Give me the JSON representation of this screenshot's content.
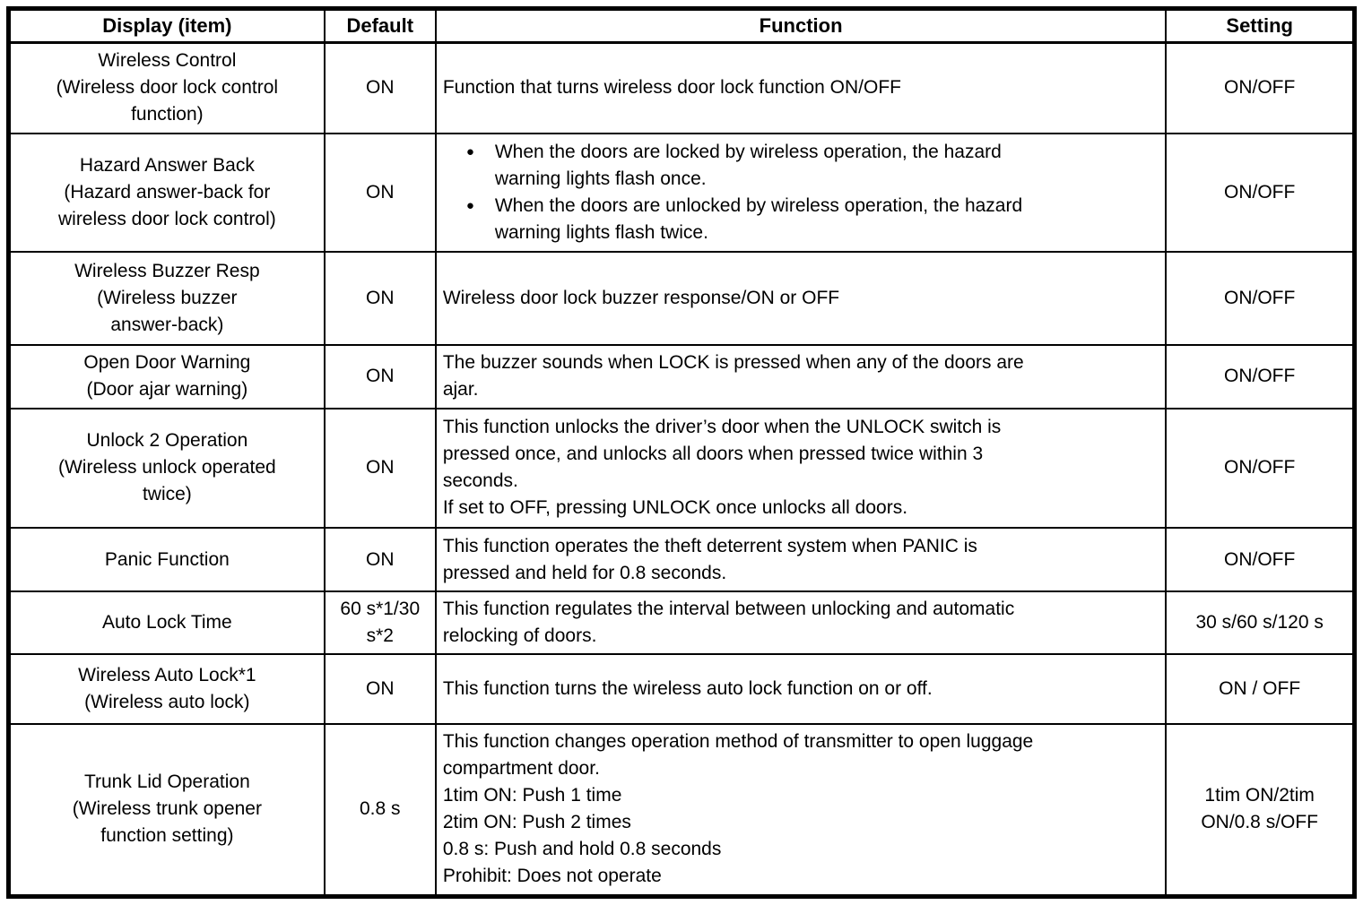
{
  "colors": {
    "background": "#ffffff",
    "border": "#000000",
    "text": "#000000"
  },
  "bullet_char": "●",
  "table": {
    "headers": [
      "Display (item)",
      "Default",
      "Function",
      "Setting"
    ],
    "rows": [
      {
        "item": "Wireless Control\n(Wireless door lock control\nfunction)",
        "default": "ON",
        "function": [
          {
            "type": "text",
            "text": "Function that turns wireless door lock function ON/OFF"
          }
        ],
        "setting": "ON/OFF"
      },
      {
        "item": "Hazard Answer Back\n(Hazard answer-back for\nwireless door lock control)",
        "default": "ON",
        "function": [
          {
            "type": "bullet",
            "text": "When the doors are locked by wireless operation, the hazard\nwarning lights flash once."
          },
          {
            "type": "bullet",
            "text": "When the doors are unlocked by wireless operation, the hazard\nwarning lights flash twice."
          }
        ],
        "setting": "ON/OFF"
      },
      {
        "item": "Wireless Buzzer Resp\n(Wireless buzzer\nanswer-back)",
        "default": "ON",
        "function": [
          {
            "type": "text",
            "text": "Wireless door lock buzzer response/ON or OFF"
          }
        ],
        "setting": "ON/OFF"
      },
      {
        "item": "Open Door Warning\n(Door ajar warning)",
        "default": "ON",
        "function": [
          {
            "type": "text",
            "text": "The buzzer sounds when LOCK is pressed when any of the doors are\najar."
          }
        ],
        "setting": "ON/OFF"
      },
      {
        "item": "Unlock 2 Operation\n(Wireless unlock operated\ntwice)",
        "default": "ON",
        "function": [
          {
            "type": "text",
            "text": "This function unlocks the driver’s door when the UNLOCK switch is\npressed once, and unlocks all doors when pressed twice within 3\nseconds.\nIf set to OFF, pressing UNLOCK once unlocks all doors."
          }
        ],
        "setting": "ON/OFF"
      },
      {
        "item": "Panic Function",
        "default": "ON",
        "function": [
          {
            "type": "text",
            "text": "This function operates the theft deterrent system when PANIC is\npressed and held for 0.8 seconds."
          }
        ],
        "setting": "ON/OFF"
      },
      {
        "item": "Auto Lock Time",
        "default": "60 s*1/30\ns*2",
        "function": [
          {
            "type": "text",
            "text": "This function regulates the interval between unlocking and automatic\nrelocking of doors."
          }
        ],
        "setting": "30 s/60 s/120 s"
      },
      {
        "item": "Wireless Auto Lock*1\n(Wireless auto lock)",
        "default": "ON",
        "function": [
          {
            "type": "text",
            "text": "This function turns the wireless auto lock function on or off."
          }
        ],
        "setting": "ON / OFF"
      },
      {
        "item": "Trunk Lid Operation\n(Wireless trunk opener\nfunction setting)",
        "default": "0.8 s",
        "function": [
          {
            "type": "text",
            "text": "This function changes operation method of transmitter to open luggage\ncompartment door.\n1tim ON: Push 1 time\n2tim ON: Push 2 times\n0.8 s: Push and hold 0.8 seconds\nProhibit: Does not operate"
          }
        ],
        "setting": "1tim ON/2tim\nON/0.8 s/OFF"
      }
    ]
  }
}
